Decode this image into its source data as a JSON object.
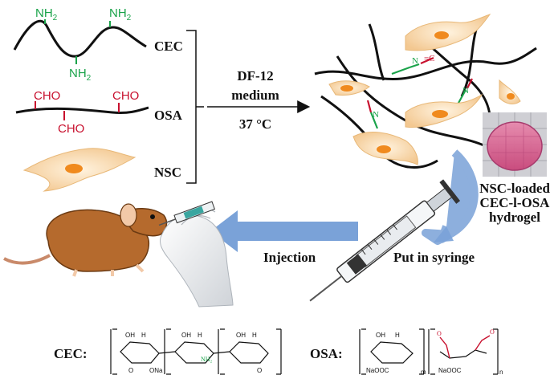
{
  "left_labels": {
    "cec": "CEC",
    "osa": "OSA",
    "nsc": "NSC"
  },
  "groups": {
    "nh2": "NH",
    "nh2_sub": "2",
    "cho": "CHO"
  },
  "condition": {
    "line1": "DF-12",
    "line2": "medium",
    "line3": "37 °C"
  },
  "hydrogel_label": {
    "line1": "NSC-loaded",
    "line2": "CEC-l-OSA",
    "line3": "hydrogel"
  },
  "actions": {
    "injection": "Injection",
    "put_in_syringe": "Put in syringe"
  },
  "bottom": {
    "cec_title": "CEC:",
    "osa_title": "OSA:"
  },
  "colors": {
    "amine": "#1aa34a",
    "aldehyde": "#c8102e",
    "cell": "#f7d7a8",
    "nucleus": "#f08a1e",
    "arrow": "#7aa2d8",
    "mouse": "#b56a2d",
    "gel": "#d9648c"
  }
}
